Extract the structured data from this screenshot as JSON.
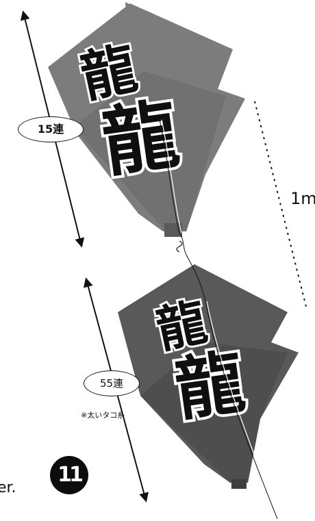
{
  "upper_label": "15連",
  "lower_label": "55連",
  "lower_note": "※太いタコ糸",
  "distance_label": "1m",
  "cut_text": "er.",
  "step_number": "11",
  "kite_char_top": "龍",
  "kite_char_bottom": "龍",
  "colors": {
    "upper_kite": "#7a7a7a",
    "lower_kite": "#595959",
    "ink": "#0f0f0f",
    "line": "#111111"
  }
}
